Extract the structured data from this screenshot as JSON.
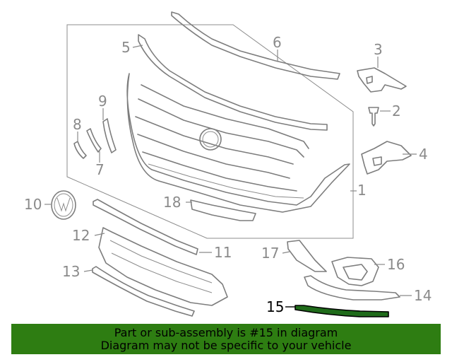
{
  "callouts": {
    "c1": "1",
    "c2": "2",
    "c3": "3",
    "c4": "4",
    "c5": "5",
    "c6": "6",
    "c7": "7",
    "c8": "8",
    "c9": "9",
    "c10": "10",
    "c11": "11",
    "c12": "12",
    "c13": "13",
    "c14": "14",
    "c15": "15",
    "c16": "16",
    "c17": "17",
    "c18": "18"
  },
  "highlight": {
    "part_number": "15",
    "color": "#2e7d12"
  },
  "banner": {
    "line1": "Part or sub-assembly is #15 in diagram",
    "line2": "Diagram may not be specific to your vehicle"
  },
  "colors": {
    "line_art": "#7d7d7d",
    "banner_bg": "#2e7d12",
    "highlight_part": "#1f6b1a"
  }
}
